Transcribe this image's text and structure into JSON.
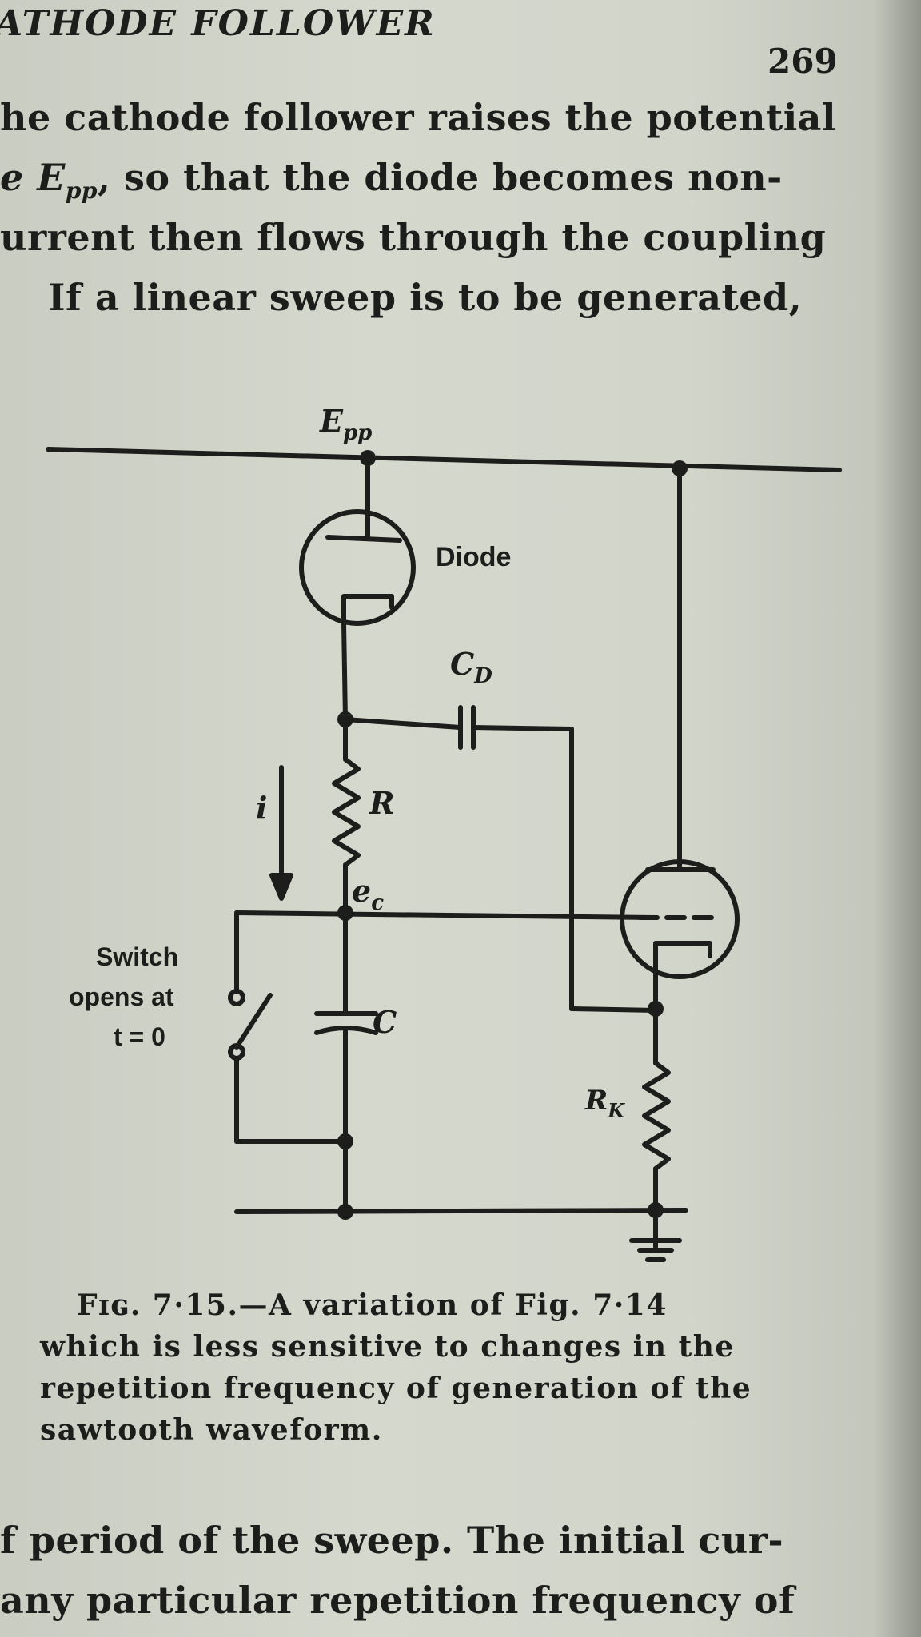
{
  "header": {
    "title": "ATHODE FOLLOWER",
    "page_number": "269"
  },
  "top_paragraph": [
    "he cathode follower raises the potential",
    "e E",
    "pp",
    ", so that the diode becomes non-",
    "urrent then flows through the coupling",
    "If a linear sweep is to be generated,"
  ],
  "figure": {
    "supply_label": "E",
    "supply_sub": "pp",
    "diode_label": "Diode",
    "cd_label": "C",
    "cd_sub": "D",
    "r_label": "R",
    "i_label": "i",
    "ec_label": "e",
    "ec_sub": "c",
    "switch_line1": "Switch",
    "switch_line2": "opens at",
    "switch_line3": "t = 0",
    "c_label": "C",
    "rk_label": "R",
    "rk_sub": "K"
  },
  "caption": [
    "Fɪɢ. 7·15.—A variation of Fig. 7·14",
    "which is less sensitive to changes in the",
    "repetition frequency of generation of the",
    "sawtooth waveform."
  ],
  "bottom_paragraph": [
    "f period of the sweep.  The initial cur-",
    "any particular repetition frequency of"
  ]
}
